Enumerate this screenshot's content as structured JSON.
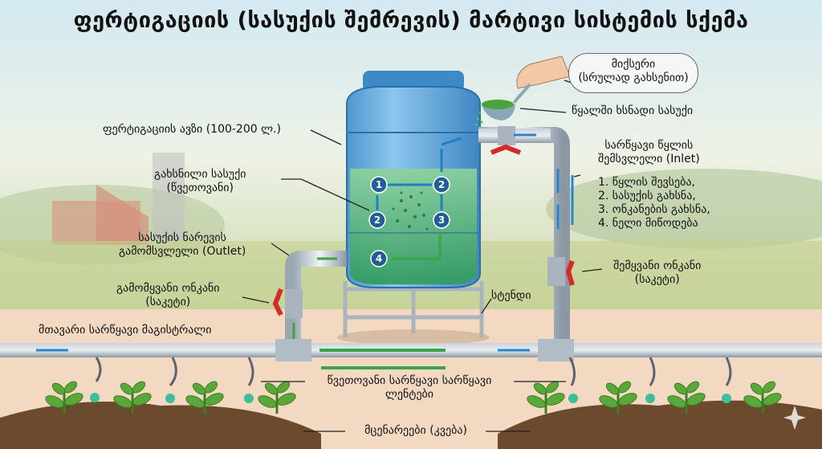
{
  "title": "ფერტიგაციის (სასუქის შემრევის) მარტივი სისტემის სქემა",
  "labels": {
    "tank": "ფერტიგაციის ავზი (100-200 ლ.)",
    "dissolved_line1": "გახსნილი სასუქი",
    "dissolved_line2": "(წვეთოვანი)",
    "outlet_line1": "სასუქის ნარევის",
    "outlet_line2": "გამომსვლელი (Outlet)",
    "out_valve_line1": "გამომყვანი ონკანი",
    "out_valve_line2": "(საკეტი)",
    "main_line": "მთავარი სარწყავი მაგისტრალი",
    "mixer_line1": "მიქსერი",
    "mixer_line2": "(სრულად გახსენით)",
    "fertilizer": "წყალში ხსნადი სასუქი",
    "inlet_line1": "სარწყავი წყლის",
    "inlet_line2": "შემსვლელი (Inlet)",
    "steps": [
      "1. წყლის შევსება,",
      "2. სასუქის გახსნა,",
      "3. ონკანების გახსნა,",
      "4. ნელი მიწოდება"
    ],
    "in_valve_line1": "შემყვანი ონკანი",
    "in_valve_line2": "(საკეტი)",
    "stand": "სტენდი",
    "drip_line1": "წვეთოვანი სარწყავი სარწყავი",
    "drip_line2": "ლენტები",
    "plants": "მცენარეები (კვება)"
  },
  "flow_markers": [
    "1",
    "2",
    "3",
    "2",
    "4"
  ],
  "colors": {
    "water_flow": "#2a86c8",
    "fertilizer_flow": "#3aa545",
    "valve": "#d42a2a",
    "tank": "#6fb3e0",
    "soil": "#6b4a2e"
  }
}
